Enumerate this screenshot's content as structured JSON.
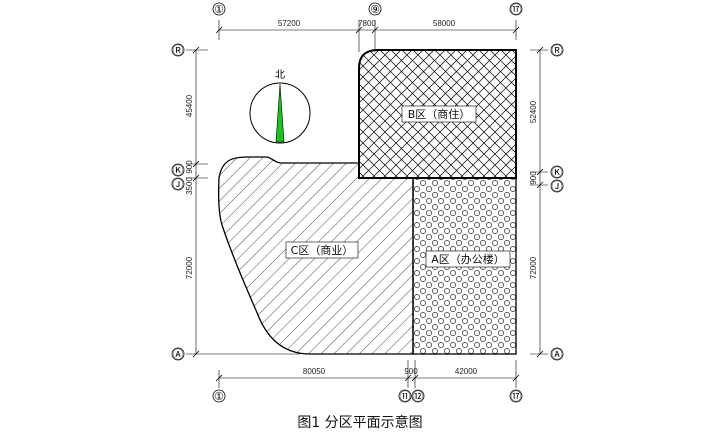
{
  "axes": {
    "top": [
      "①",
      "⑨",
      "⑰"
    ],
    "bottom": [
      "①",
      "⑪",
      "⑫",
      "⑰"
    ],
    "left": [
      "Ⓡ",
      "Ⓚ",
      "Ⓙ",
      "Ⓐ"
    ],
    "right": [
      "Ⓡ",
      "Ⓚ",
      "Ⓙ",
      "Ⓐ"
    ]
  },
  "dimensions": {
    "top": [
      "57200",
      "7800",
      "58000"
    ],
    "bottom": [
      "80050",
      "900",
      "42000"
    ],
    "left": [
      "45400",
      "900",
      "3500",
      "72000"
    ],
    "right": [
      "52400",
      "900",
      "72000"
    ]
  },
  "zones": {
    "b": "B区（商住）",
    "c": "C区（商业）",
    "a": "A区（办公楼）"
  },
  "north_label": "北",
  "caption": "图1  分区平面示意图",
  "colors": {
    "north_arrow": "#1ec21e",
    "line": "#000000"
  }
}
